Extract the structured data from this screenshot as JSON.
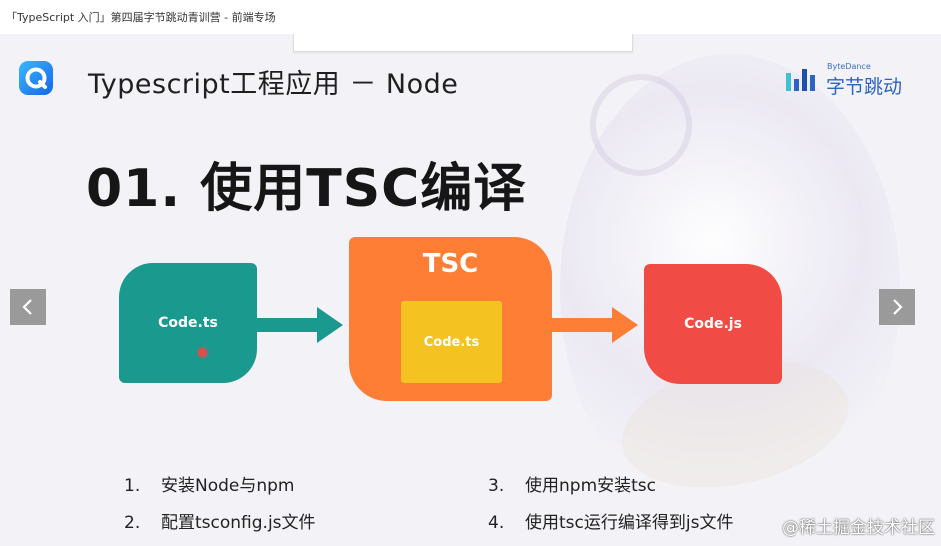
{
  "window": {
    "title": "「TypeScript 入门」第四届字节跳动青训营 - 前端专场"
  },
  "player_bar": {
    "items": [
      "",
      "",
      "",
      "",
      "",
      ""
    ]
  },
  "slide": {
    "heading": "Typescript工程应用 － Node",
    "brand": {
      "en": "ByteDance",
      "cn": "字节跳动"
    },
    "main_title": "01. 使用TSC编译",
    "diagram": {
      "source": "Code.ts",
      "compiler": "TSC",
      "compiler_inner": "Code.ts",
      "output": "Code.js"
    },
    "steps": [
      {
        "num": "1.",
        "text": "安装Node与npm"
      },
      {
        "num": "2.",
        "text": "配置tsconfig.js文件"
      },
      {
        "num": "3.",
        "text": "使用npm安装tsc"
      },
      {
        "num": "4.",
        "text": "使用tsc运行编译得到js文件"
      }
    ]
  },
  "watermark": "@稀土掘金技术社区",
  "colors": {
    "teal": "#1a9a8e",
    "orange": "#ff7e35",
    "yellow": "#f4c321",
    "red": "#f04b45",
    "brand_blue": "#2d63c4",
    "nav_gray": "#9a9a9a"
  },
  "icons": {
    "logo": "q-logo-icon",
    "brand_mark": "bytedance-bars-icon",
    "prev": "chevron-left-icon",
    "next": "chevron-right-icon"
  }
}
